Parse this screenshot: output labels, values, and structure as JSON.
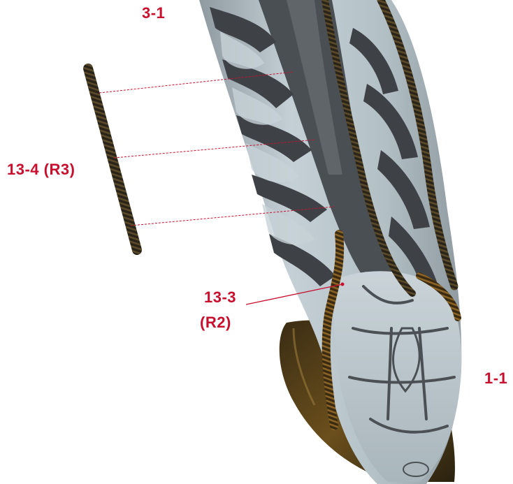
{
  "labels": {
    "part_3_1": "3-1",
    "part_13_4": "13-4 (R3)",
    "part_13_3_line1": "13-3",
    "part_13_3_line2": "(R2)",
    "part_1_1": "1-1"
  },
  "colors": {
    "label": "#c8102e",
    "leader_line": "#c8102e",
    "shell_light": "#b9c6cc",
    "shell_dark": "#3e4246",
    "spring_dark": "#2a2418",
    "spring_rust": "#7a5a1e"
  },
  "parts": {
    "spring_loose": "loose-spring-rod",
    "spring_attached": "attached-spring-tube",
    "body": "alien-tail-segment"
  }
}
